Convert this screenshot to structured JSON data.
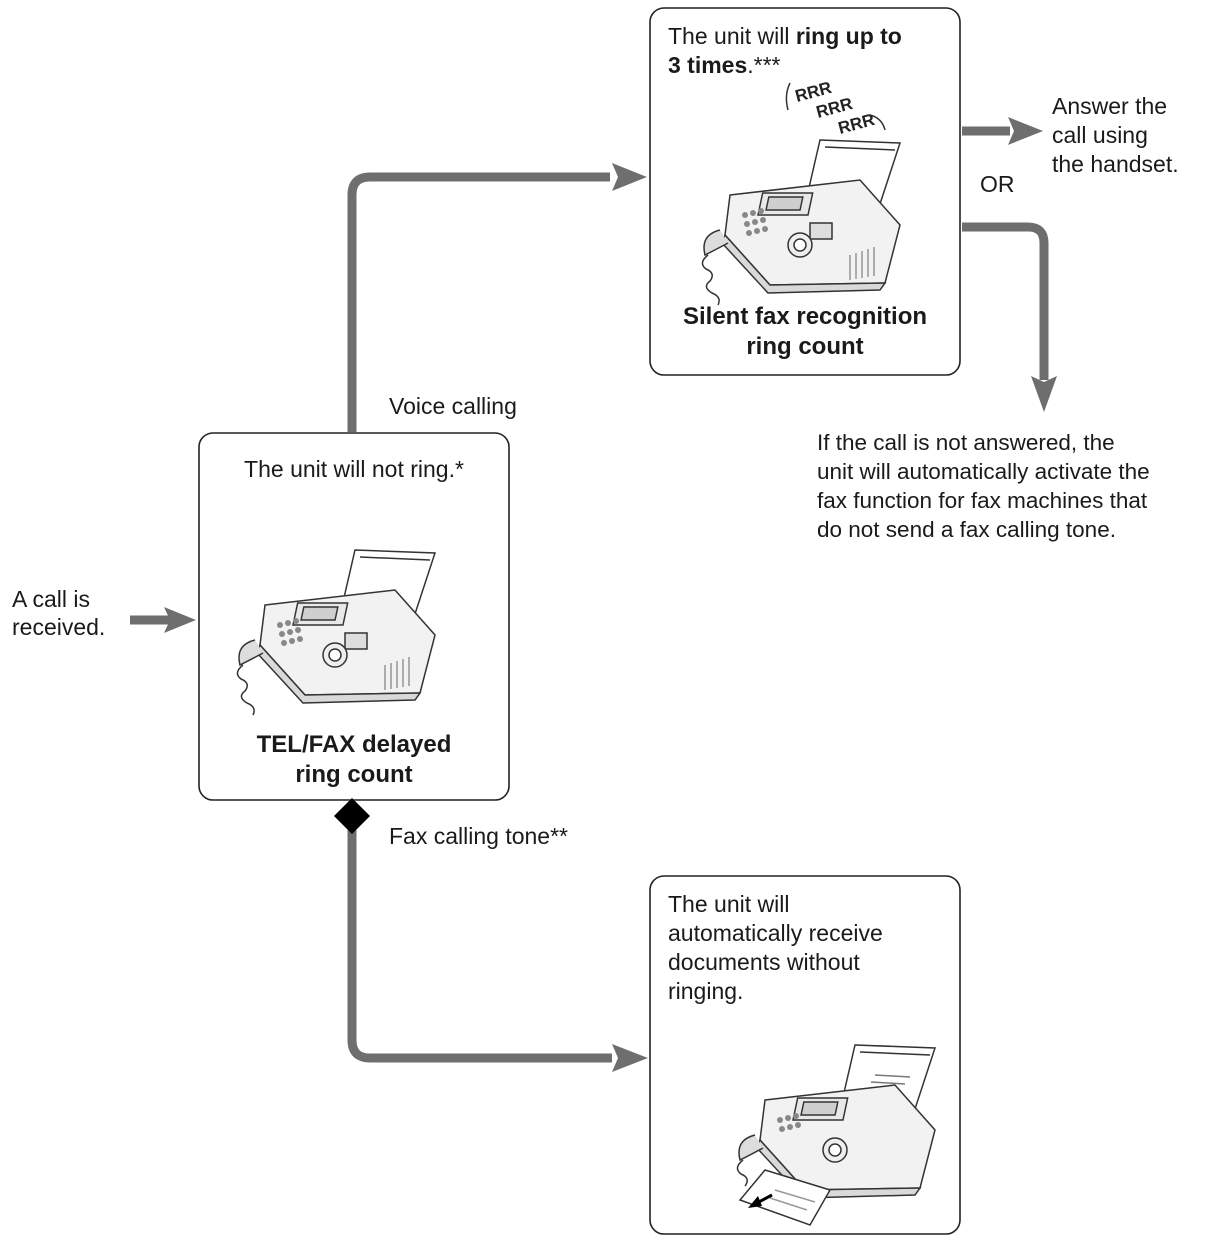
{
  "start": {
    "line1": "A call is",
    "line2": "received."
  },
  "box_delay": {
    "text": "The unit will not ring.*",
    "caption_line1": "TEL/FAX delayed",
    "caption_line2": "ring count"
  },
  "box_silent": {
    "text_pre": "The unit will ",
    "text_bold1": "ring up to",
    "text_bold2": "3 times",
    "text_post": ".***",
    "ring_sound": "RRR",
    "caption_line1": "Silent fax recognition",
    "caption_line2": "ring count"
  },
  "box_receive": {
    "line1": "The unit will",
    "line2": "automatically receive",
    "line3": "documents without",
    "line4": "ringing."
  },
  "labels": {
    "voice": "Voice calling",
    "fax_tone": "Fax calling tone**",
    "or": "OR"
  },
  "answer": {
    "line1": "Answer the",
    "line2": "call using",
    "line3": "the handset."
  },
  "unanswered": {
    "line1": "If the call is not answered, the",
    "line2": "unit will automatically activate the",
    "line3": "fax function for fax machines that",
    "line4": "do not send a fax calling tone."
  },
  "colors": {
    "arrow": "#6e6e6e",
    "box_border": "#222222",
    "diamond": "#000000"
  }
}
